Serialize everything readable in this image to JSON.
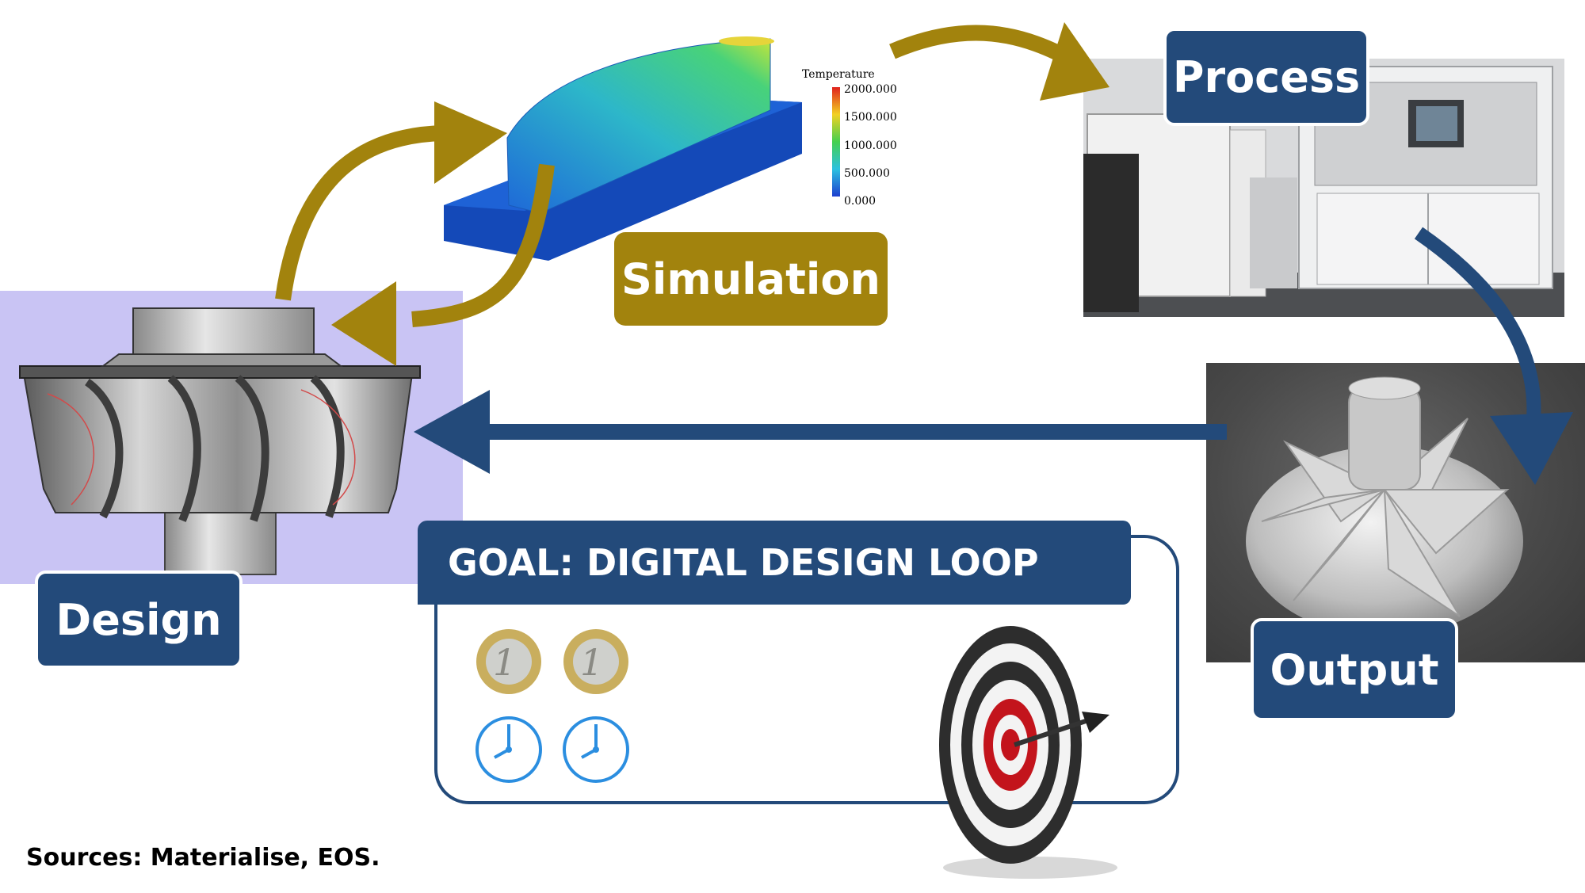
{
  "labels": {
    "design": "Design",
    "simulation": "Simulation",
    "process": "Process",
    "output": "Output"
  },
  "goal": {
    "title": "GOAL: DIGITAL DESIGN LOOP",
    "icons": [
      "coin-icon",
      "coin-icon",
      "clock-icon",
      "clock-icon",
      "target-icon"
    ]
  },
  "simulation_legend": {
    "title": "Temperature",
    "ticks": [
      "2000.000",
      "1500.000",
      "1000.000",
      "500.000",
      "0.000"
    ]
  },
  "sources": "Sources: Materialise, EOS.",
  "colors": {
    "navy": "#234a7a",
    "gold": "#a2830d",
    "design_background": "#c9c4f4"
  }
}
